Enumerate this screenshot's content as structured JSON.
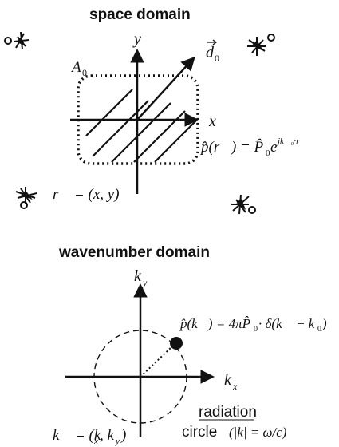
{
  "space": {
    "heading": "space domain",
    "axis_x": "x",
    "axis_y": "y",
    "aperture": "A0",
    "direction": "d0",
    "position_vector": "r = (x, y)",
    "plane_wave": "p̂(r) = P̂0 e^{j k0·r}"
  },
  "wavenumber": {
    "heading": "wavenumber domain",
    "axis_kx": "kx",
    "axis_ky": "ky",
    "delta_spectrum": "p̂(k) = 4π P̂0 · δ(k − k0)",
    "radiation_word": "radiation",
    "circle_word": "circle",
    "circle_condition": "(|k| = ω/c)",
    "wavevector": "k = (kx, ky)"
  }
}
